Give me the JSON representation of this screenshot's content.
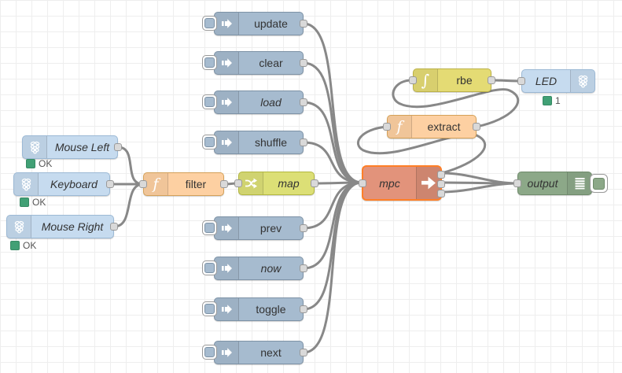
{
  "app": "node-red-flow-editor",
  "colors": {
    "inject_node": "#a6bbcf",
    "rpi_node": "#c6dbef",
    "function_node": "#fdd0a2",
    "map_node": "#dcdf76",
    "rbe_node": "#e4db74",
    "mpc_node": "#e2937b",
    "mpc_selected_border": "#ff7f27",
    "debug_node": "#8ca888",
    "wire": "#888888",
    "port": "#d9d9d9",
    "status_green": "#41a075",
    "grid_line": "#eeeeee"
  },
  "nodes": {
    "mouse_left": {
      "label": "Mouse Left",
      "status": "OK",
      "icon": "raspberry-pi-icon"
    },
    "keyboard": {
      "label": "Keyboard",
      "status": "OK",
      "icon": "raspberry-pi-icon"
    },
    "mouse_right": {
      "label": "Mouse Right",
      "status": "OK",
      "icon": "raspberry-pi-icon"
    },
    "filter": {
      "label": "filter",
      "icon": "function-icon"
    },
    "map": {
      "label": "map",
      "icon": "shuffle-icon"
    },
    "update": {
      "label": "update",
      "icon": "inject-arrow-icon"
    },
    "clear": {
      "label": "clear",
      "icon": "inject-arrow-icon"
    },
    "load": {
      "label": "load",
      "icon": "inject-arrow-icon"
    },
    "shuffle": {
      "label": "shuffle",
      "icon": "inject-arrow-icon"
    },
    "prev": {
      "label": "prev",
      "icon": "inject-arrow-icon"
    },
    "now": {
      "label": "now",
      "icon": "inject-arrow-icon"
    },
    "toggle": {
      "label": "toggle",
      "icon": "inject-arrow-icon"
    },
    "next": {
      "label": "next",
      "icon": "inject-arrow-icon"
    },
    "mpc": {
      "label": "mpc",
      "icon": "arrow-right-icon"
    },
    "extract": {
      "label": "extract",
      "icon": "function-icon"
    },
    "rbe": {
      "label": "rbe",
      "icon": "rbe-step-icon"
    },
    "led": {
      "label": "LED",
      "status": "1",
      "icon": "raspberry-pi-icon"
    },
    "output": {
      "label": "output",
      "icon": "debug-list-icon"
    }
  }
}
